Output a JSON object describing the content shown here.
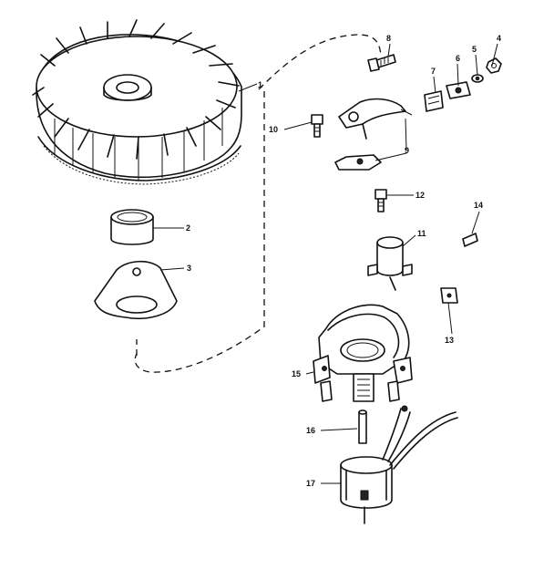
{
  "callouts": [
    {
      "id": "c1",
      "text": "1"
    },
    {
      "id": "c2",
      "text": "2"
    },
    {
      "id": "c3",
      "text": "3"
    },
    {
      "id": "c4",
      "text": "4"
    },
    {
      "id": "c5",
      "text": "5"
    },
    {
      "id": "c6",
      "text": "6"
    },
    {
      "id": "c7",
      "text": "7"
    },
    {
      "id": "c8",
      "text": "8"
    },
    {
      "id": "c9",
      "text": "9"
    },
    {
      "id": "c10",
      "text": "10"
    },
    {
      "id": "c11",
      "text": "11"
    },
    {
      "id": "c12",
      "text": "12"
    },
    {
      "id": "c13",
      "text": "13"
    },
    {
      "id": "c14",
      "text": "14"
    },
    {
      "id": "c15",
      "text": "15"
    },
    {
      "id": "c16",
      "text": "16"
    },
    {
      "id": "c17",
      "text": "17"
    }
  ],
  "colors": {
    "ink": "#111111",
    "paper": "#ffffff"
  }
}
